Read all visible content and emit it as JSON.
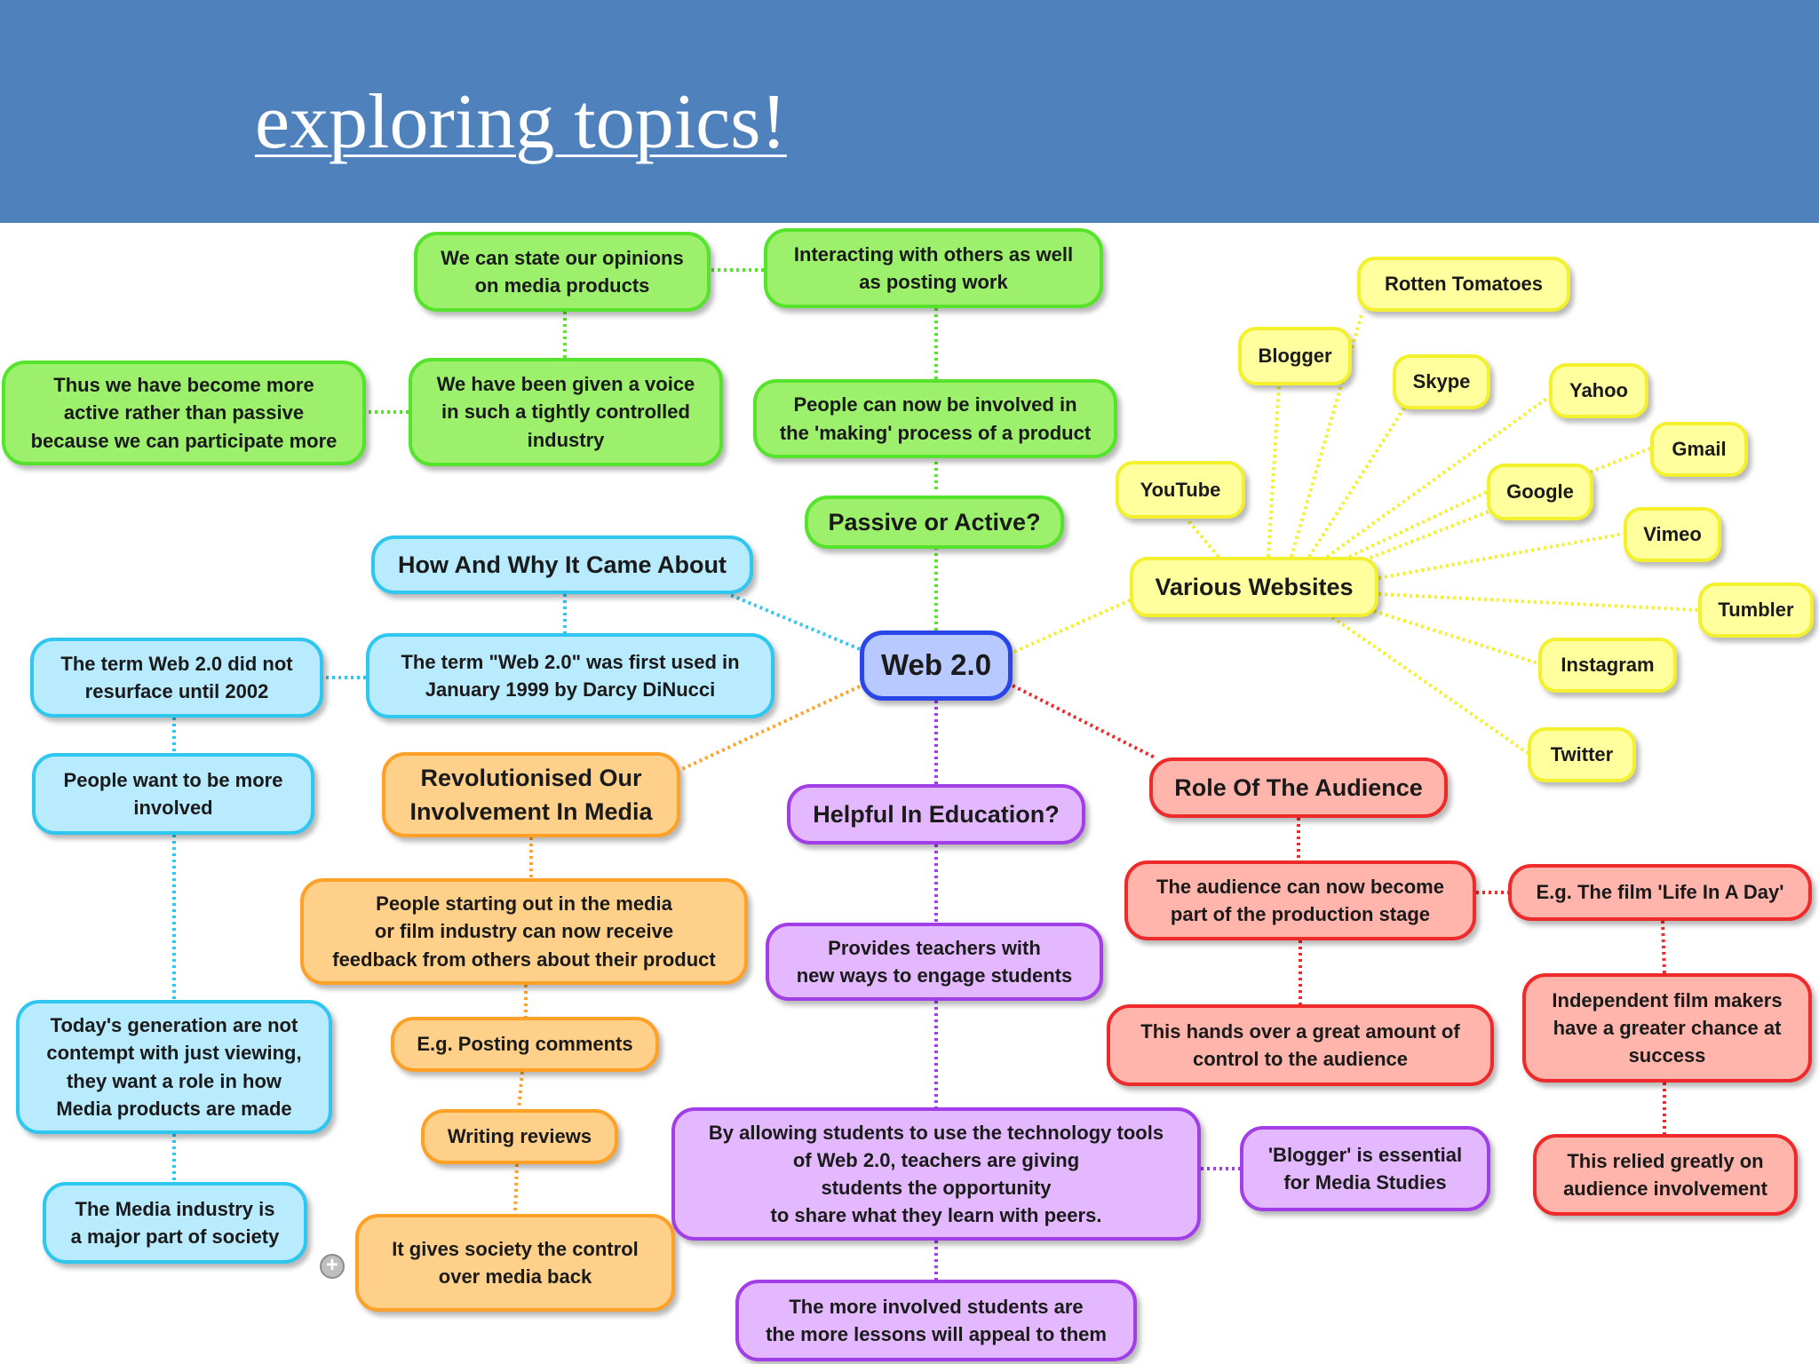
{
  "slide": {
    "title": "exploring topics!"
  },
  "colors": {
    "header": "#4f81bd",
    "green": "#55e32b",
    "blue": "#2fc6ef",
    "orange": "#ffa127",
    "purple": "#a13ee8",
    "red": "#ee2a2a",
    "yellow": "#f3f02d",
    "center": "#2a45e8"
  },
  "mindmap": {
    "center": "Web 2.0",
    "branches": {
      "passive_active": {
        "title": "Passive or Active?",
        "nodes": [
          "People can now be involved in\nthe 'making' process of a product",
          "Interacting with others as well\nas posting work",
          "We can state our opinions\non media products",
          "We have been given a voice\nin such a tightly controlled\nindustry",
          "Thus we have become more\nactive rather than passive\nbecause we can participate more"
        ]
      },
      "how_why": {
        "title": "How And Why It Came About",
        "nodes": [
          "The term \"Web 2.0\" was first used in\nJanuary 1999 by Darcy DiNucci",
          "The term Web 2.0 did not\nresurface until 2002",
          "People want to be more\ninvolved",
          "Today's generation are not\ncontempt with just viewing,\nthey want a role in how\nMedia products are made",
          "The Media industry is\na major part of society"
        ]
      },
      "revolutionised": {
        "title": "Revolutionised Our\nInvolvement In Media",
        "nodes": [
          "People starting out in the media\nor film industry can now receive\nfeedback from others about their product",
          "E.g. Posting comments",
          "Writing reviews",
          "It gives society the control\nover media back"
        ]
      },
      "education": {
        "title": "Helpful In Education?",
        "nodes": [
          "Provides teachers with\nnew ways to engage students",
          "By allowing students to use the technology tools\nof Web 2.0, teachers are giving\nstudents the opportunity\nto share what they learn with peers.",
          "'Blogger' is essential\nfor Media Studies",
          "The more involved students are\nthe more lessons will appeal to them"
        ]
      },
      "audience": {
        "title": "Role Of The Audience",
        "nodes": [
          "The audience can now become\npart of the production stage",
          "This hands over a great amount of\ncontrol to the audience",
          "E.g. The film 'Life In A Day'",
          "Independent film makers\nhave a greater chance at\nsuccess",
          "This relied greatly on\naudience involvement"
        ]
      },
      "websites": {
        "title": "Various Websites",
        "nodes": [
          "YouTube",
          "Blogger",
          "Rotten Tomatoes",
          "Skype",
          "Yahoo",
          "Gmail",
          "Google",
          "Vimeo",
          "Tumbler",
          "Instagram",
          "Twitter"
        ]
      }
    }
  }
}
